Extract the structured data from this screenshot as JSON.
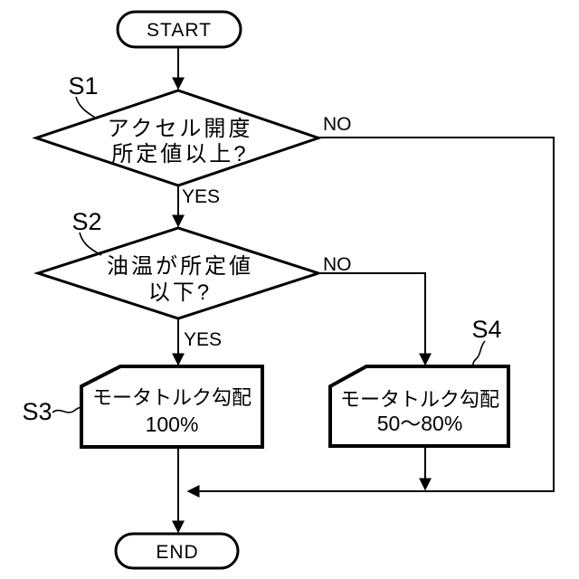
{
  "diagram": {
    "type": "flowchart",
    "colors": {
      "line": "#000000",
      "background": "#ffffff"
    },
    "nodes": {
      "start": {
        "label": "START"
      },
      "s1": {
        "step": "S1",
        "line1": "アクセル開度",
        "line2": "所定値以上?"
      },
      "s2": {
        "step": "S2",
        "line1": "油温が所定値",
        "line2": "以下?"
      },
      "s3": {
        "step": "S3",
        "line1": "モータトルク勾配",
        "line2": "100%"
      },
      "s4": {
        "step": "S4",
        "line1": "モータトルク勾配",
        "line2": "50〜80%"
      },
      "end": {
        "label": "END"
      }
    },
    "edges": {
      "s1_yes_label": "YES",
      "s1_no_label": "NO",
      "s2_yes_label": "YES",
      "s2_no_label": "NO"
    }
  }
}
